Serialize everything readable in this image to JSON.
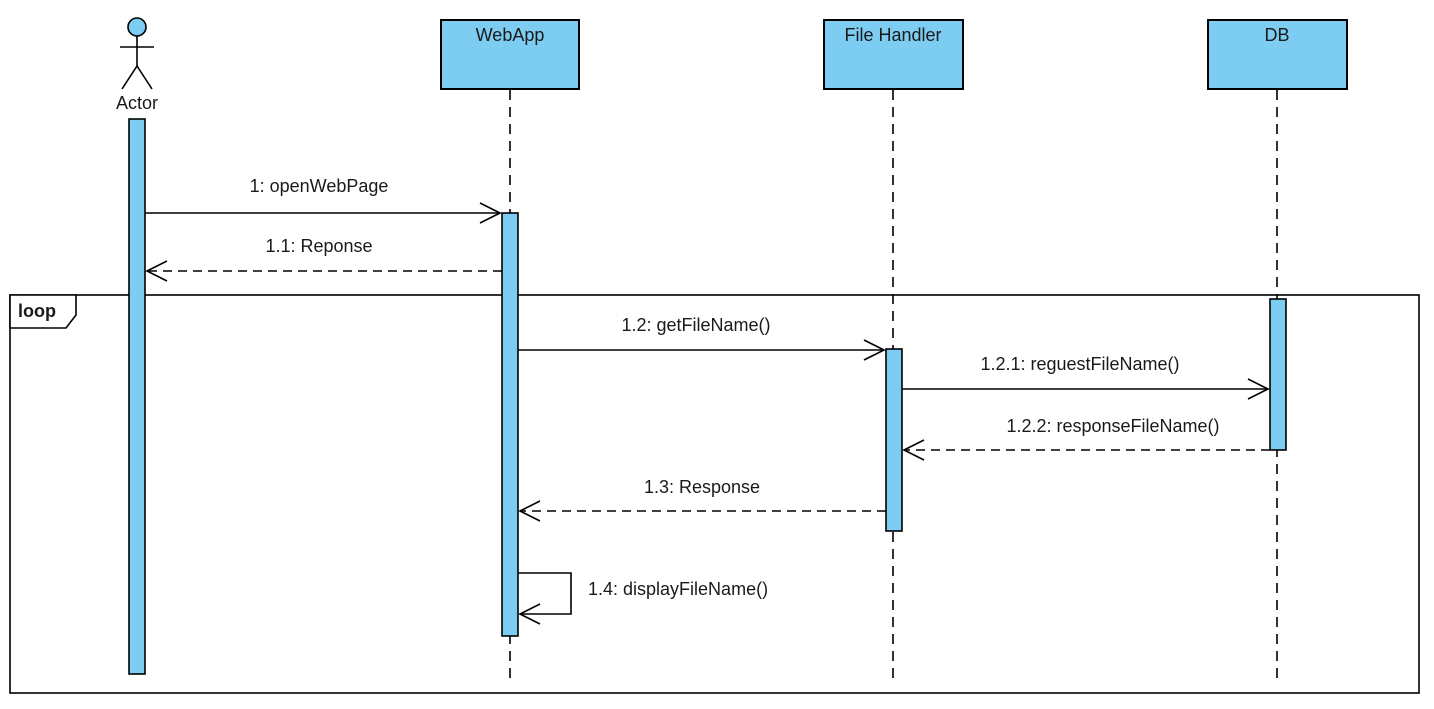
{
  "actor": {
    "label": "Actor"
  },
  "lifelines": [
    {
      "label": "WebApp"
    },
    {
      "label": "File Handler"
    },
    {
      "label": "DB"
    }
  ],
  "fragment": {
    "operator": "loop"
  },
  "messages": [
    {
      "label": "1: openWebPage",
      "kind": "call"
    },
    {
      "label": "1.1: Reponse",
      "kind": "return"
    },
    {
      "label": "1.2: getFileName()",
      "kind": "call"
    },
    {
      "label": "1.2.1: reguestFileName()",
      "kind": "call"
    },
    {
      "label": "1.2.2: responseFileName()",
      "kind": "return"
    },
    {
      "label": "1.3: Response",
      "kind": "return"
    },
    {
      "label": "1.4: displayFileName()",
      "kind": "self"
    }
  ],
  "colors": {
    "element_fill": "#7dcdf2",
    "line": "#000000",
    "background": "#ffffff"
  }
}
